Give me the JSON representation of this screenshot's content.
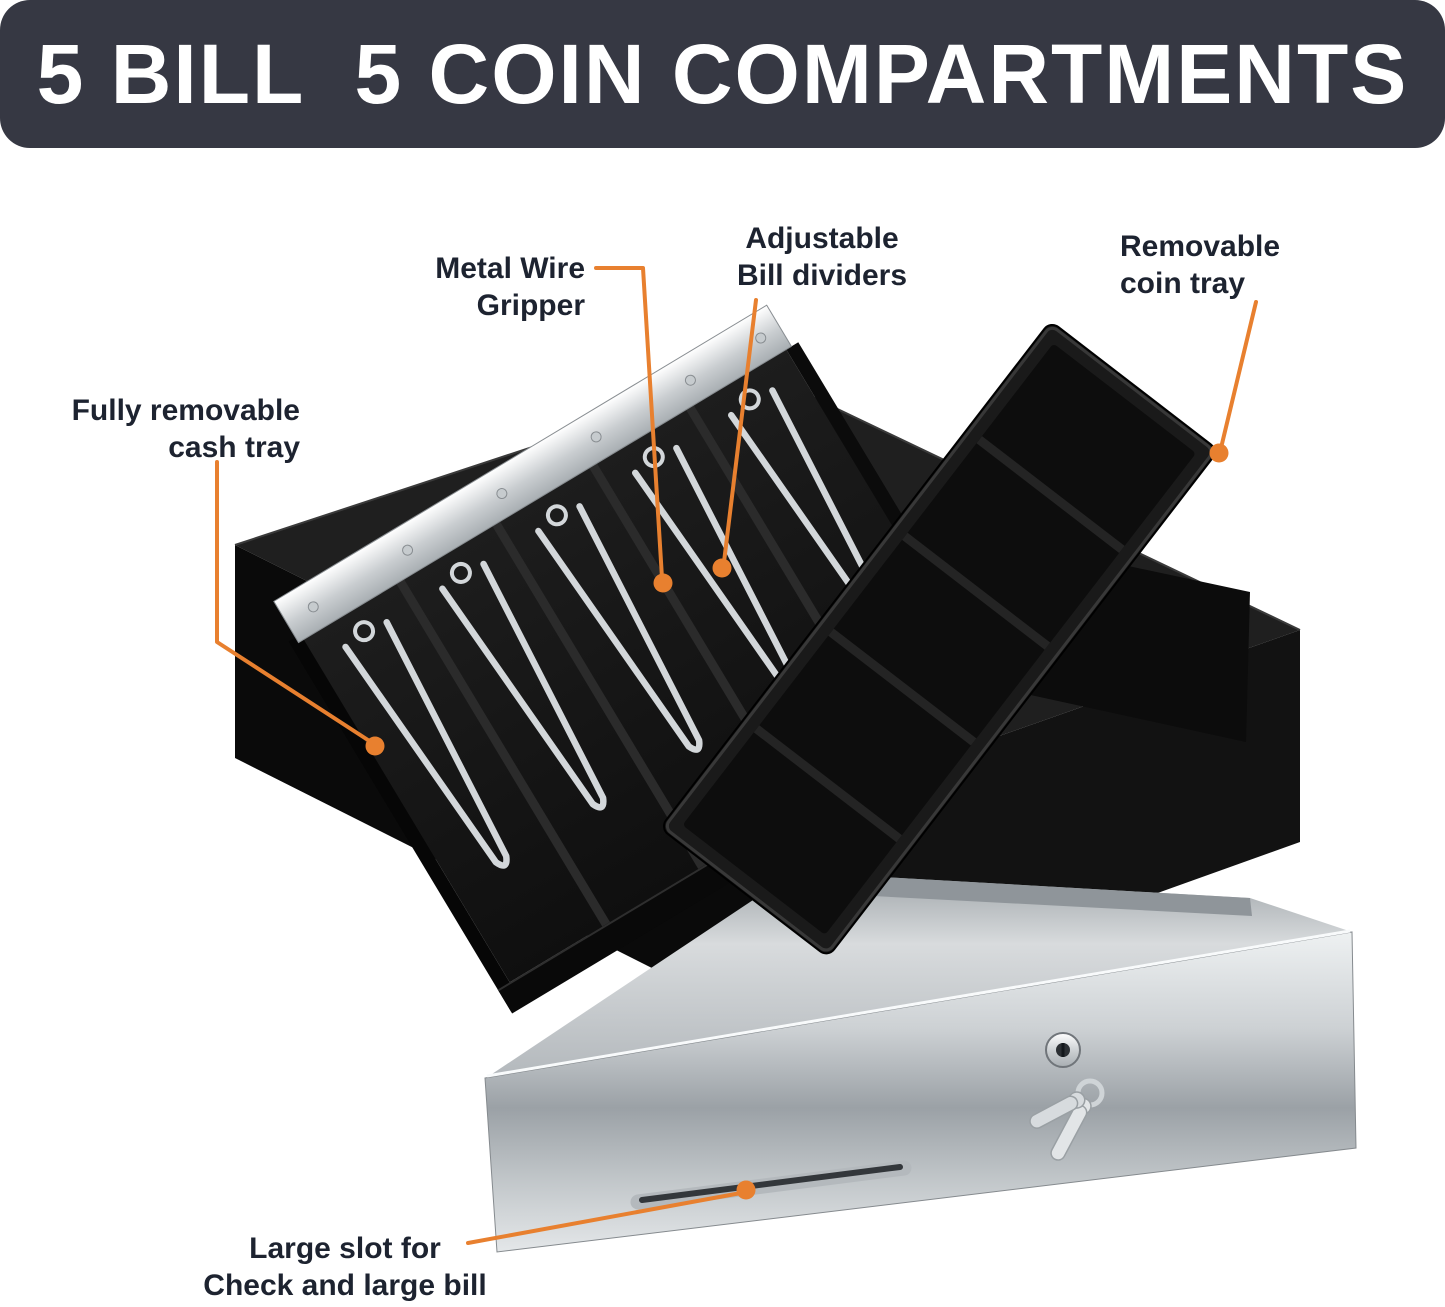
{
  "banner": {
    "title": "5 BILL  5 COIN COMPARTMENTS"
  },
  "callouts": {
    "wire_gripper": {
      "line1": "Metal Wire",
      "line2": "Gripper"
    },
    "bill_dividers": {
      "line1": "Adjustable",
      "line2": "Bill dividers"
    },
    "coin_tray": {
      "line1": "Removable",
      "line2": "coin tray"
    },
    "cash_tray": {
      "line1": "Fully removable",
      "line2": "cash tray"
    },
    "large_slot": {
      "line1": "Large slot for",
      "line2": "Check and large bill"
    }
  },
  "colors": {
    "accent_orange": "#E8802F",
    "banner_bg": "#363843",
    "banner_text": "#FFFFFF",
    "label_text": "#1D2330"
  }
}
